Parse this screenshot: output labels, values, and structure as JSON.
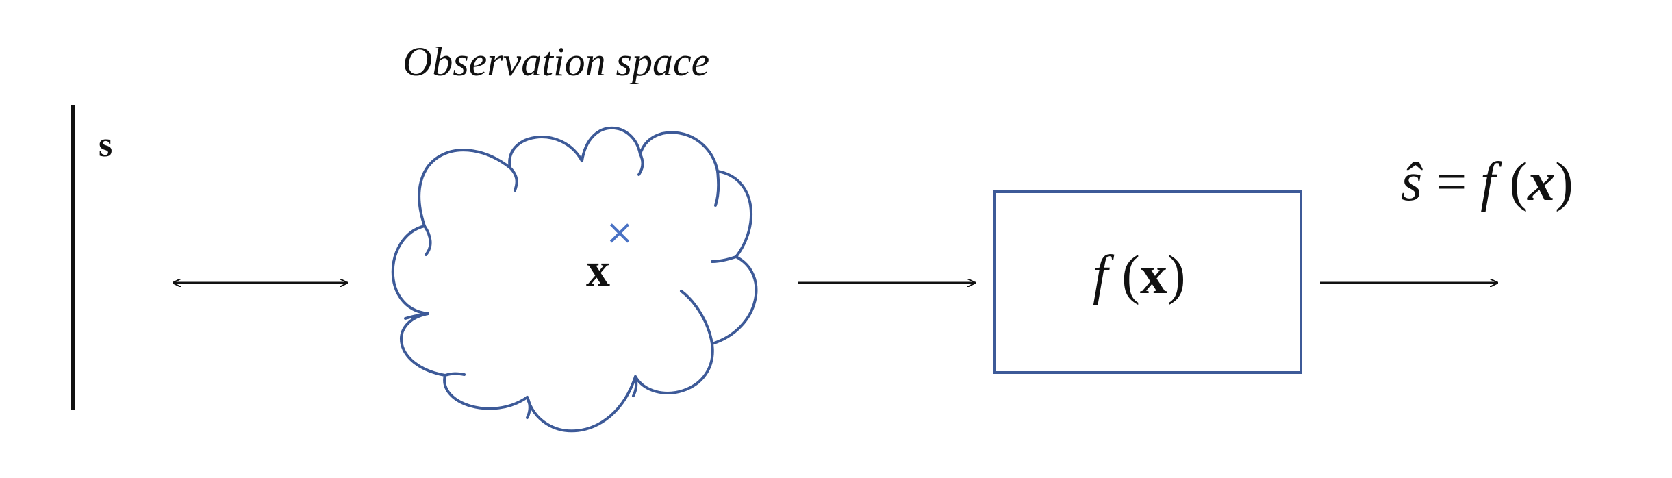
{
  "diagram": {
    "title": "Observation space",
    "source_label": "s",
    "observation_label": "x",
    "observation_marker": "×",
    "function_label": {
      "name": "f",
      "open": " (",
      "arg": "x",
      "close": ")"
    },
    "output_label": {
      "var": "ŝ",
      "equals": " = ",
      "func": "f",
      "open": " (",
      "arg": "x",
      "close": ")"
    },
    "colors": {
      "line": "#111111",
      "shape": "#3d5a98",
      "marker": "#4a72c4"
    }
  }
}
